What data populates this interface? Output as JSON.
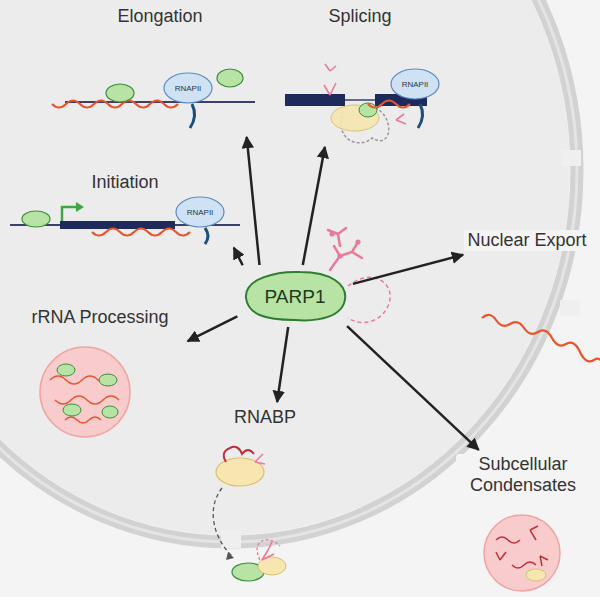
{
  "diagram": {
    "nodes": [
      {
        "text": [
          "Elongation"
        ]
      },
      {
        "text": [
          "Splicing"
        ]
      },
      {
        "text": [
          "Initiation"
        ]
      },
      {
        "text": [
          "PARP1"
        ]
      },
      {
        "text": [
          "Nuclear Export"
        ]
      },
      {
        "text": [
          "rRNA Processing"
        ]
      },
      {
        "text": [
          "RNABP"
        ]
      },
      {
        "text": [
          "Subcellular Condensates"
        ]
      }
    ],
    "edges": [
      {
        "from": 3,
        "to": 0,
        "arrow": "to"
      },
      {
        "from": 3,
        "to": 1,
        "arrow": "to"
      },
      {
        "from": 3,
        "to": 2,
        "arrow": "to"
      },
      {
        "from": 3,
        "to": 4,
        "arrow": "to"
      },
      {
        "from": 3,
        "to": 5,
        "arrow": "to"
      },
      {
        "from": 3,
        "to": 6,
        "arrow": "to"
      },
      {
        "from": 3,
        "to": 7,
        "arrow": "to"
      }
    ],
    "labels": [
      "RNAPII",
      "RNAPII",
      "RNAPII"
    ]
  }
}
